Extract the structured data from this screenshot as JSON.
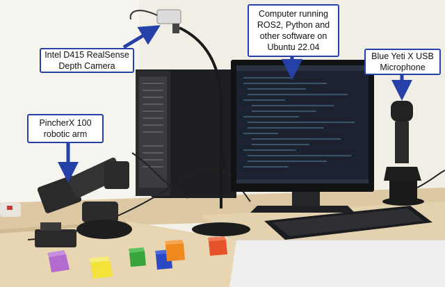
{
  "annotations": {
    "camera": {
      "line1": "Intel D415 RealSense",
      "line2": "Depth Camera"
    },
    "computer": {
      "line1": "Computer running",
      "line2": "ROS2, Python and",
      "line3": "other software on",
      "line4": "Ubuntu 22.04"
    },
    "microphone": {
      "line1": "Blue Yeti X USB",
      "line2": "Microphone"
    },
    "robot_arm": {
      "line1": "PincherX 100",
      "line2": "robotic arm"
    }
  },
  "colors": {
    "callout_border": "#2541a8",
    "arrow": "#2541a8",
    "cube_purple": "#b46bd1",
    "cube_yellow": "#f2e23a",
    "cube_green": "#39a33c",
    "cube_blue": "#2a49c4",
    "cube_orange": "#f08a1e",
    "cube_red": "#e6532a"
  }
}
